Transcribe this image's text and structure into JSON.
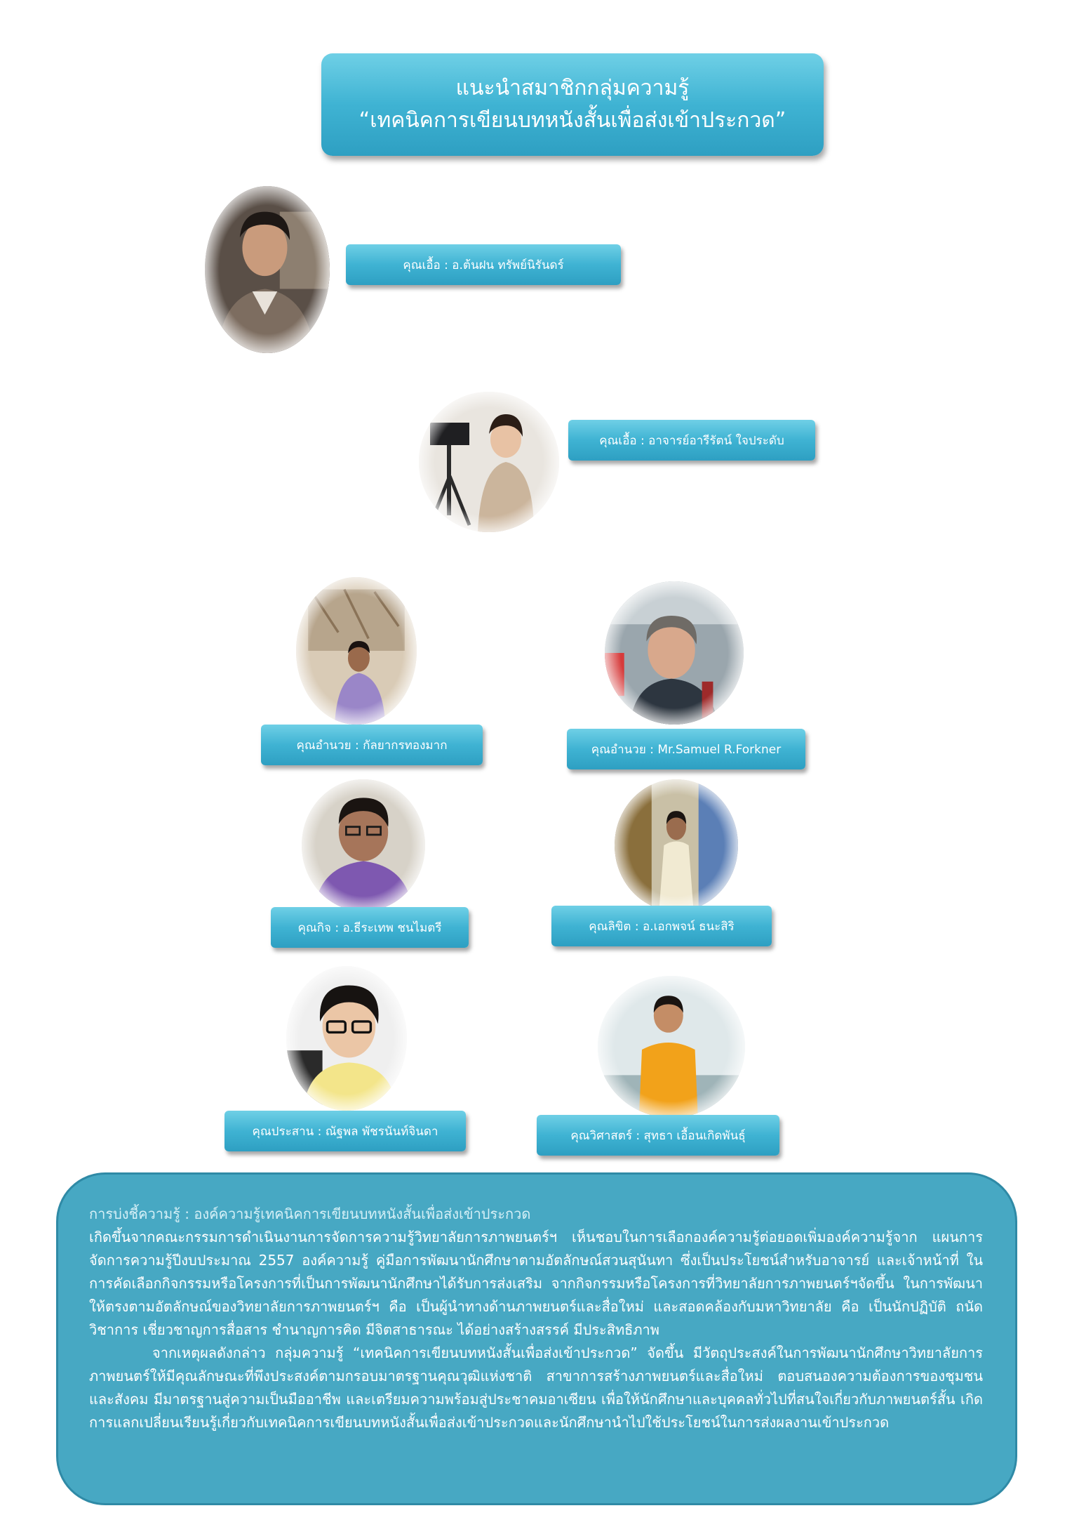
{
  "title": {
    "line1": "แนะนำสมาชิกกลุ่มความรู้",
    "line2": "“เทคนิคการเขียนบทหนังสั้นเพื่อส่งเข้าประกวด”"
  },
  "members": [
    {
      "label": "คุณเอื้อ : อ.ต้นฝน  ทรัพย์นิรันดร์"
    },
    {
      "label": "คุณเอื้อ : อาจารย์อารีรัตน์  ใจประดับ"
    },
    {
      "label": "คุณอำนวย : กัลยากรทองมาก"
    },
    {
      "label": "คุณอำนวย : Mr.Samuel  R.Forkner"
    },
    {
      "label": "คุณกิจ : อ.ธีระเทพ  ชนไมตรี"
    },
    {
      "label": "คุณลิขิต : อ.เอกพจน์  ธนะสิริ"
    },
    {
      "label": "คุณประสาน : ณัฐพล  พัชรนันท์จินดา"
    },
    {
      "label": "คุณวิศาสตร์ : สุทธา  เอื้อนเกิดพันธุ์"
    }
  ],
  "info": {
    "heading": "การบ่งชี้ความรู้ :  องค์ความรู้เทคนิคการเขียนบทหนังสั้นเพื่อส่งเข้าประกวด",
    "paragraph1": "เกิดขึ้นจากคณะกรรมการดำเนินงานการจัดการความรู้วิทยาลัยการภาพยนตร์ฯ เห็นชอบในการเลือกองค์ความรู้ต่อยอดเพิ่มองค์ความรู้จาก แผนการจัดการความรู้ปีงบประมาณ  2557  องค์ความรู้ คู่มือการพัฒนานักศึกษาตามอัตลักษณ์สวนสุนันทา ซึ่งเป็นประโยชน์สำหรับอาจารย์ และเจ้าหน้าที่  ในการคัดเลือกกิจกรรมหรือโครงการที่เป็นการพัฒนานักศึกษาได้รับการส่งเสริม จากกิจกรรมหรือโครงการที่วิทยาลัยการภาพยนตร์ฯจัดขึ้น ในการพัฒนาให้ตรงตามอัตลักษณ์ของวิทยาลัยการภาพยนตร์ฯ คือ เป็นผู้นำทางด้านภาพยนตร์และสื่อใหม่  และสอดคล้องกับมหาวิทยาลัย คือ เป็นนักปฏิบัติ ถนัดวิชาการ เชี่ยวชาญการสื่อสาร  ชำนาญการคิด มีจิตสาธารณะ ได้อย่างสร้างสรรค์  มีประสิทธิภาพ",
    "paragraph2": "จากเหตุผลดังกล่าว  กลุ่มความรู้ “เทคนิคการเขียนบทหนังสั้นเพื่อส่งเข้าประกวด” จัดขึ้น มีวัตถุประสงค์ในการพัฒนานักศึกษาวิทยาลัยการภาพยนตร์ให้มีคุณลักษณะที่พึงประสงค์ตามกรอบมาตรฐานคุณวุฒิแห่งชาติ สาขาการสร้างภาพยนตร์และสื่อใหม่ ตอบสนองความต้องการของชุมชน และสังคม  มีมาตรฐานสู่ความเป็นมืออาชีพ  และเตรียมความพร้อมสู่ประชาคมอาเซียน  เพื่อให้นักศึกษาและบุคคลทั่วไปที่สนใจเกี่ยวกับภาพยนตร์สั้น เกิดการแลกเปลี่ยนเรียนรู้เกี่ยวกับเทคนิคการเขียนบทหนังสั้นเพื่อส่งเข้าประกวดและนักศึกษานำไปใช้ประโยชน์ในการส่งผลงานเข้าประกวด"
  }
}
